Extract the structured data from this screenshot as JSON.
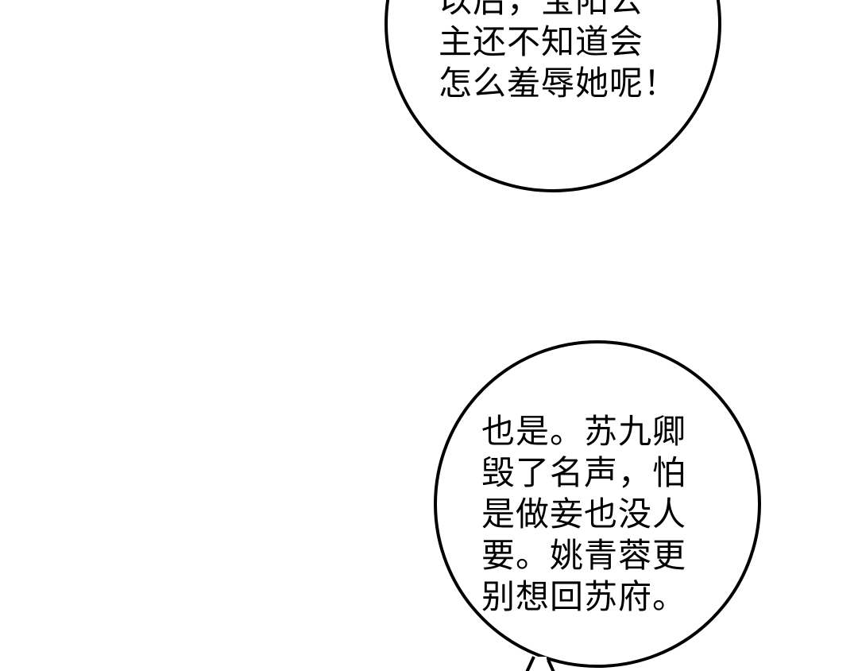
{
  "colors": {
    "background": "#ffffff",
    "ink": "#000000"
  },
  "bubbles": [
    {
      "lines": [
        "",
        "以后，宝阳公",
        "主还不知道会",
        "怎么羞辱她呢！"
      ]
    },
    {
      "lines": [
        "也是。苏九卿",
        "毁了名声，怕",
        "是做妾也没人",
        "要。姚青蓉更",
        "别想回苏府。"
      ]
    }
  ]
}
